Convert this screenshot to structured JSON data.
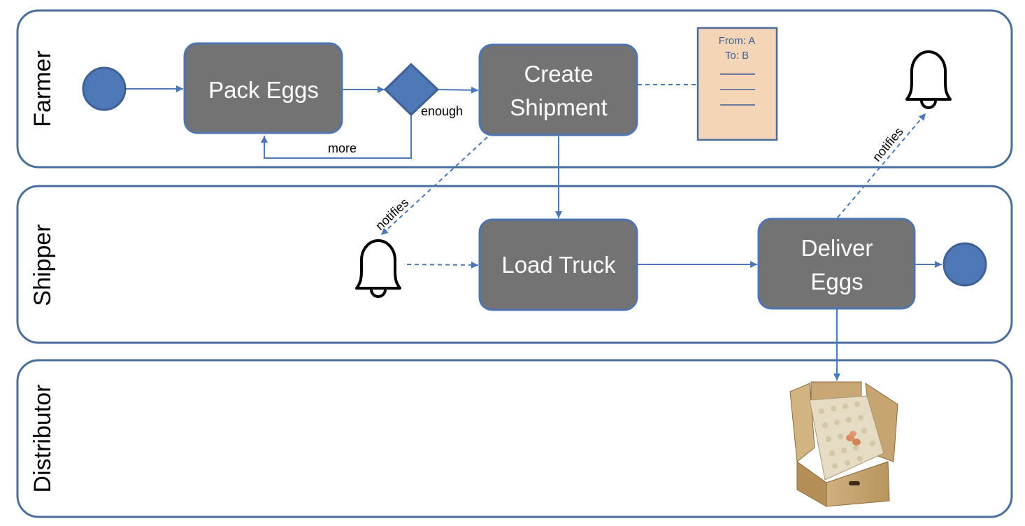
{
  "lanes": [
    {
      "id": "farmer",
      "label": "Farmer"
    },
    {
      "id": "shipper",
      "label": "Shipper"
    },
    {
      "id": "distributor",
      "label": "Distributor"
    }
  ],
  "tasks": {
    "pack_eggs": [
      "Pack Eggs"
    ],
    "create_shipment": [
      "Create",
      "Shipment"
    ],
    "load_truck": [
      "Load Truck"
    ],
    "deliver_eggs": [
      "Deliver",
      "Eggs"
    ]
  },
  "gateway_labels": {
    "enough": "enough",
    "more": "more"
  },
  "message_labels": {
    "notifies_shipper": "notifies",
    "notifies_farmer": "notifies"
  },
  "document": {
    "from": "From: A",
    "to": "To: B"
  },
  "colors": {
    "lane_border": "#4a6e9b",
    "task_fill": "#737373",
    "task_border": "#4f75b0",
    "event_fill": "#4f78b8",
    "flow": "#4a78b8",
    "document_fill": "#f5d5b8"
  },
  "icons": [
    "bell-icon",
    "egg-box-image"
  ]
}
